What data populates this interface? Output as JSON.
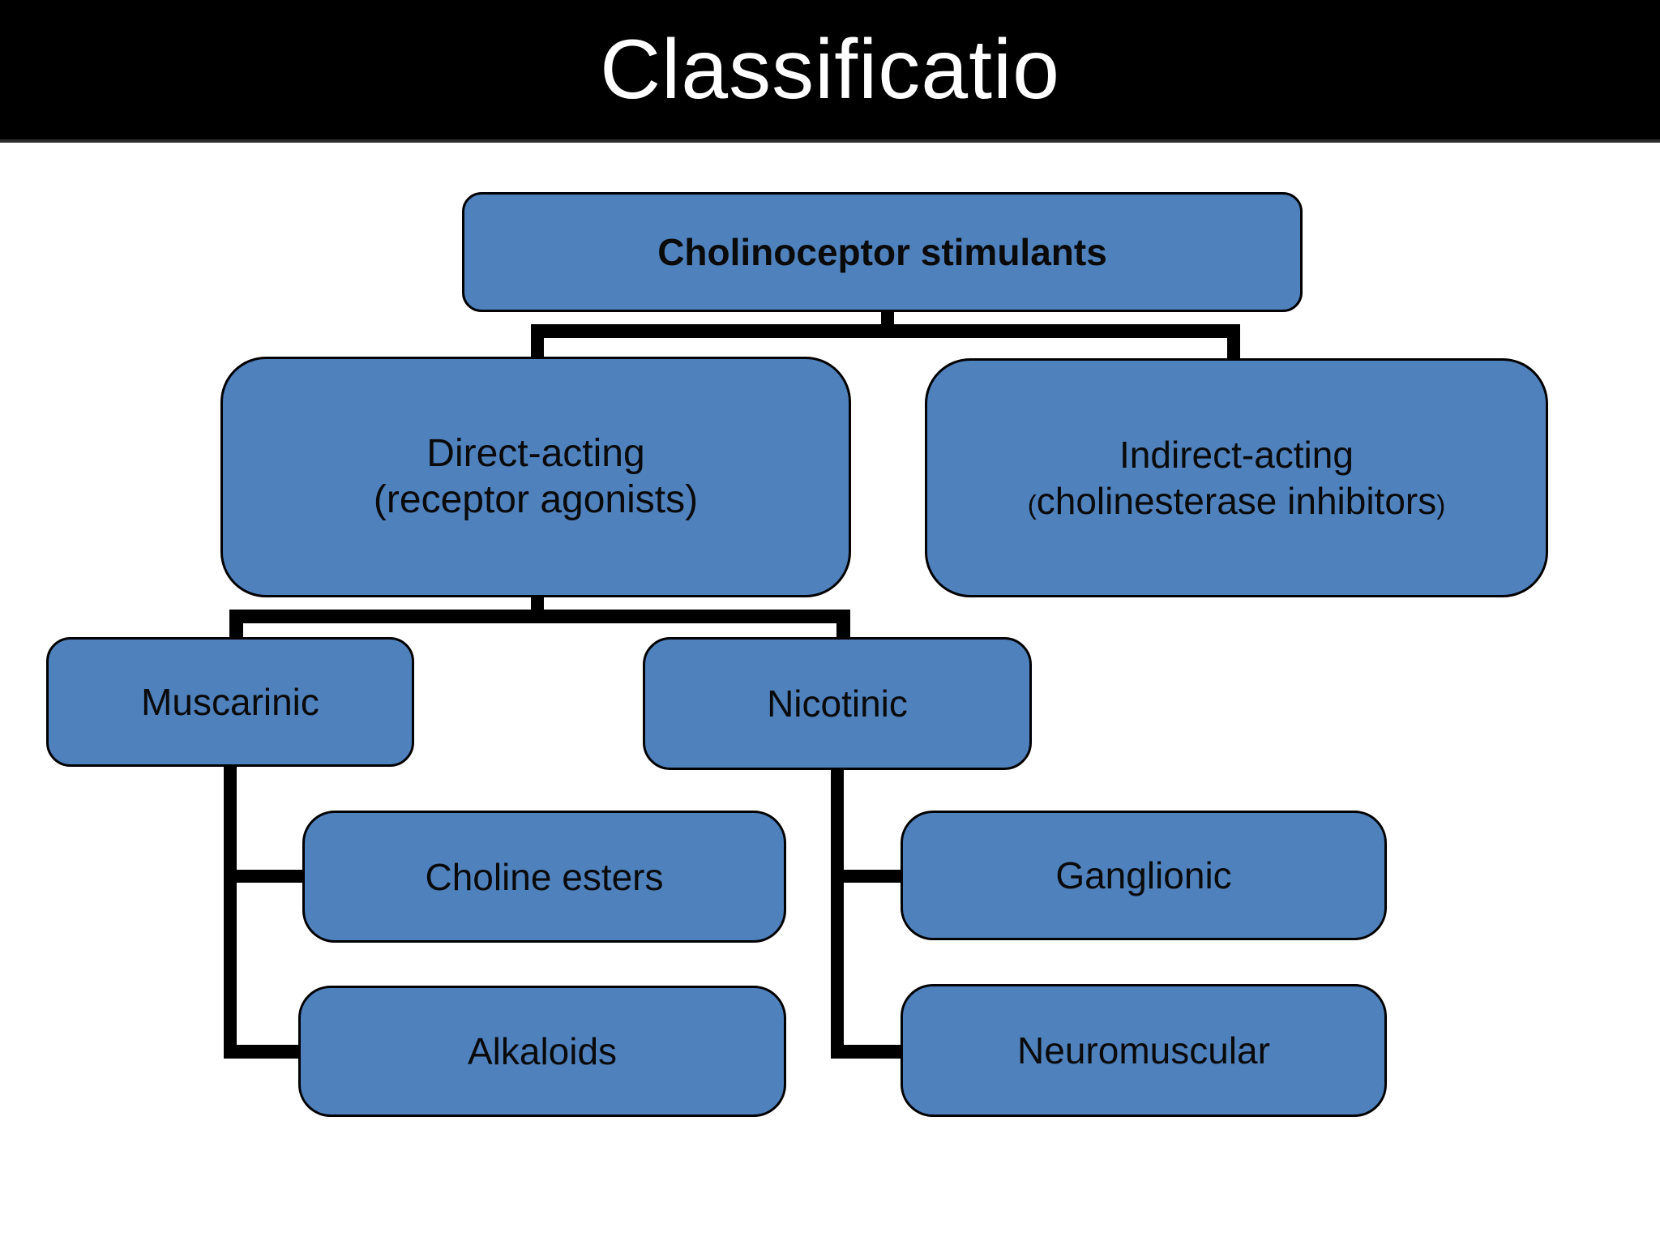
{
  "header": {
    "title": "Classificatio"
  },
  "diagram": {
    "nodes": {
      "root": {
        "label": "Cholinoceptor stimulants"
      },
      "direct": {
        "line1": "Direct-acting",
        "line2": "(receptor agonists)"
      },
      "indirect": {
        "line1": "Indirect-acting",
        "line2_open": "(",
        "line2_text": "cholinesterase inhibitors",
        "line2_close": ")"
      },
      "muscarinic": {
        "label": "Muscarinic"
      },
      "nicotinic": {
        "label": "Nicotinic"
      },
      "choline_esters": {
        "label": "Choline esters"
      },
      "alkaloids": {
        "label": "Alkaloids"
      },
      "ganglionic": {
        "label": "Ganglionic"
      },
      "neuromuscular": {
        "label": "Neuromuscular"
      }
    },
    "edges": [
      [
        "root",
        "direct"
      ],
      [
        "root",
        "indirect"
      ],
      [
        "direct",
        "muscarinic"
      ],
      [
        "direct",
        "nicotinic"
      ],
      [
        "muscarinic",
        "choline_esters"
      ],
      [
        "muscarinic",
        "alkaloids"
      ],
      [
        "nicotinic",
        "ganglionic"
      ],
      [
        "nicotinic",
        "neuromuscular"
      ]
    ]
  },
  "colors": {
    "header_bg": "#000000",
    "title_text": "#FFFFFF",
    "node_fill": "#4F81BD",
    "node_border": "#000000",
    "node_text": "#0A0A0A",
    "connector": "#000000",
    "slide_bg": "#FFFFFF"
  }
}
